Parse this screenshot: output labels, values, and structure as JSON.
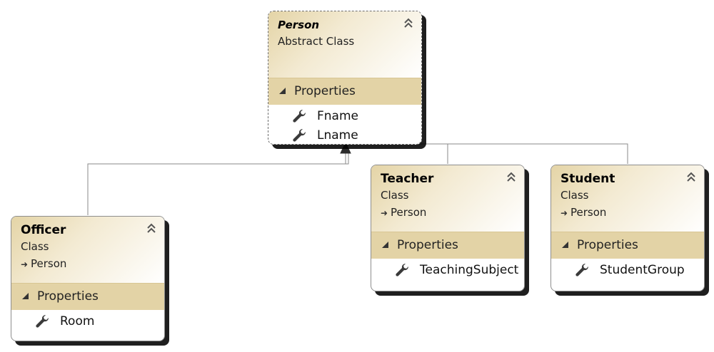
{
  "diagram": {
    "boxes": {
      "person": {
        "title": "Person",
        "kind": "Abstract Class",
        "base": "",
        "section": "Properties",
        "members": [
          "Fname",
          "Lname"
        ]
      },
      "teacher": {
        "title": "Teacher",
        "kind": "Class",
        "base": "Person",
        "section": "Properties",
        "members": [
          "TeachingSubject"
        ]
      },
      "student": {
        "title": "Student",
        "kind": "Class",
        "base": "Person",
        "section": "Properties",
        "members": [
          "StudentGroup"
        ]
      },
      "officer": {
        "title": "Officer",
        "kind": "Class",
        "base": "Person",
        "section": "Properties",
        "members": [
          "Room"
        ]
      }
    },
    "inheritance": [
      {
        "from": "officer",
        "to": "person"
      },
      {
        "from": "teacher",
        "to": "person"
      },
      {
        "from": "student",
        "to": "person"
      }
    ],
    "icons": {
      "collapse": "double-chevron-up-icon",
      "member": "wrench-property-icon",
      "base": "inherit-arrow-icon",
      "section": "expanded-triangle-icon"
    },
    "colors": {
      "header_gradient_start": "#e4d4a6",
      "section_bar": "#e3d3a6",
      "connector": "#8a8a8a",
      "shadow": "#000000"
    }
  }
}
